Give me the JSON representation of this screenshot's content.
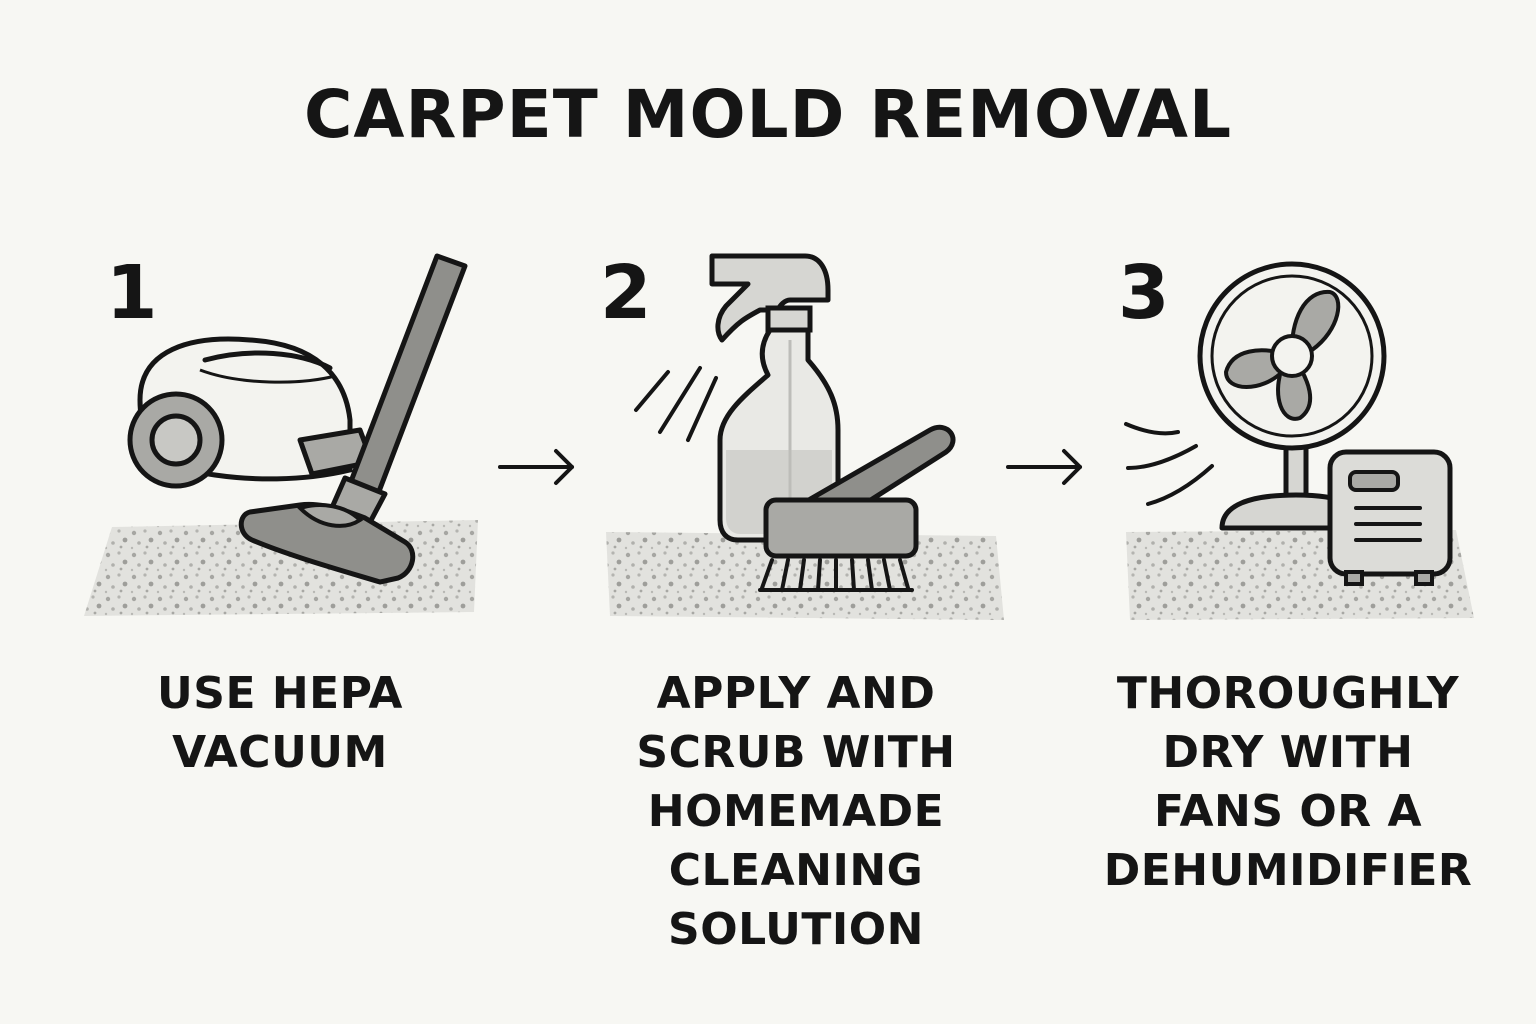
{
  "title": "CARPET MOLD REMOVAL",
  "steps": [
    {
      "number": "1",
      "icon": "vacuum-cleaner-icon",
      "caption_lines": [
        "USE HEPA",
        "VACUUM"
      ]
    },
    {
      "number": "2",
      "icon": "spray-bottle-and-scrub-brush-icon",
      "caption_lines": [
        "APPLY AND",
        "SCRUB WITH",
        "HOMEMADE",
        "CLEANING",
        "SOLUTION"
      ]
    },
    {
      "number": "3",
      "icon": "fan-and-dehumidifier-icon",
      "caption_lines": [
        "THOROUGHLY",
        "DRY WITH",
        "FANS OR A",
        "DEHUMIDIFIER"
      ]
    }
  ],
  "connectors": [
    "arrow-right-icon",
    "arrow-right-icon"
  ],
  "colors": {
    "background": "#f7f7f3",
    "ink": "#151515",
    "fill_gray": "#a9a9a5",
    "light_gray": "#dcdcd8",
    "carpet": "#e2e2de"
  }
}
